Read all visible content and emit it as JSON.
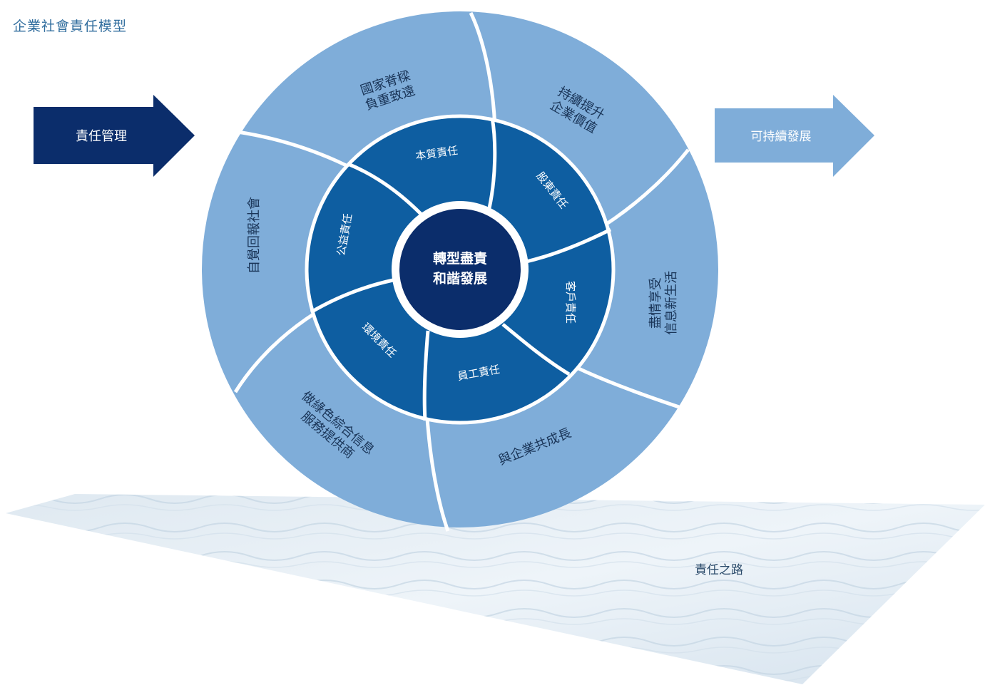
{
  "title": "企業社會責任模型",
  "left_arrow": {
    "label": "責任管理"
  },
  "right_arrow": {
    "label": "可持續發展"
  },
  "center": {
    "line1": "轉型盡責",
    "line2": "和諧發展"
  },
  "inner_ring": [
    {
      "label": "本質責任"
    },
    {
      "label": "股東責任"
    },
    {
      "label": "客戶責任"
    },
    {
      "label": "員工責任"
    },
    {
      "label": "環境責任"
    },
    {
      "label": "公益責任"
    }
  ],
  "outer_ring": [
    {
      "line1": "國家脊樑",
      "line2": "負重致遠"
    },
    {
      "line1": "持續提升",
      "line2": "企業價值"
    },
    {
      "line1": "盡情享受",
      "line2": "信息新生活"
    },
    {
      "line1": "與企業共成長",
      "line2": ""
    },
    {
      "line1": "做綠色綜合信息",
      "line2": "服務提供商"
    },
    {
      "line1": "自覺回報社會",
      "line2": ""
    }
  ],
  "road": {
    "label": "責任之路"
  },
  "colors": {
    "dark_navy": "#0b2d6b",
    "mid_blue": "#0e5ea1",
    "light_blue": "#7fadd9",
    "title_blue": "#2f6c9d",
    "road_light": "#e7f0f6"
  }
}
